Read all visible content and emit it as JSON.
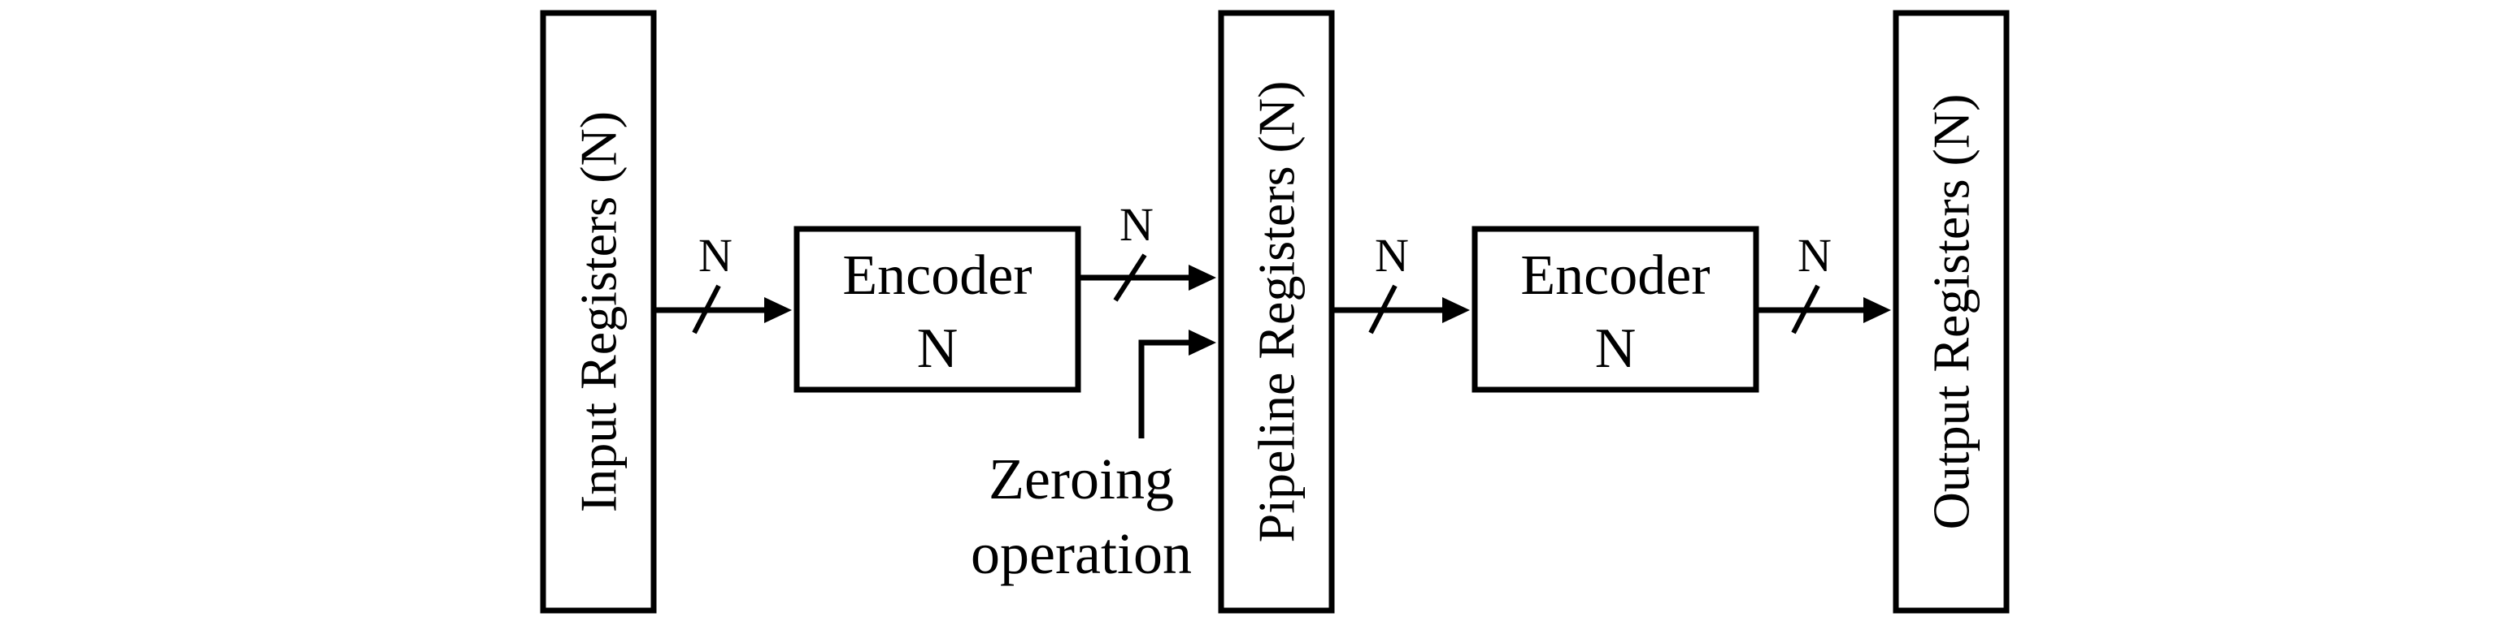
{
  "registers": {
    "input": "Input Registers (N)",
    "pipeline": "Pipeline Registers (N)",
    "output": "Output Registers (N)"
  },
  "encoders": [
    {
      "title": "Encoder",
      "width": "N"
    },
    {
      "title": "Encoder",
      "width": "N"
    }
  ],
  "bus_labels": [
    "N",
    "N",
    "N",
    "N"
  ],
  "zeroing": {
    "line1": "Zeroing",
    "line2": "operation"
  }
}
